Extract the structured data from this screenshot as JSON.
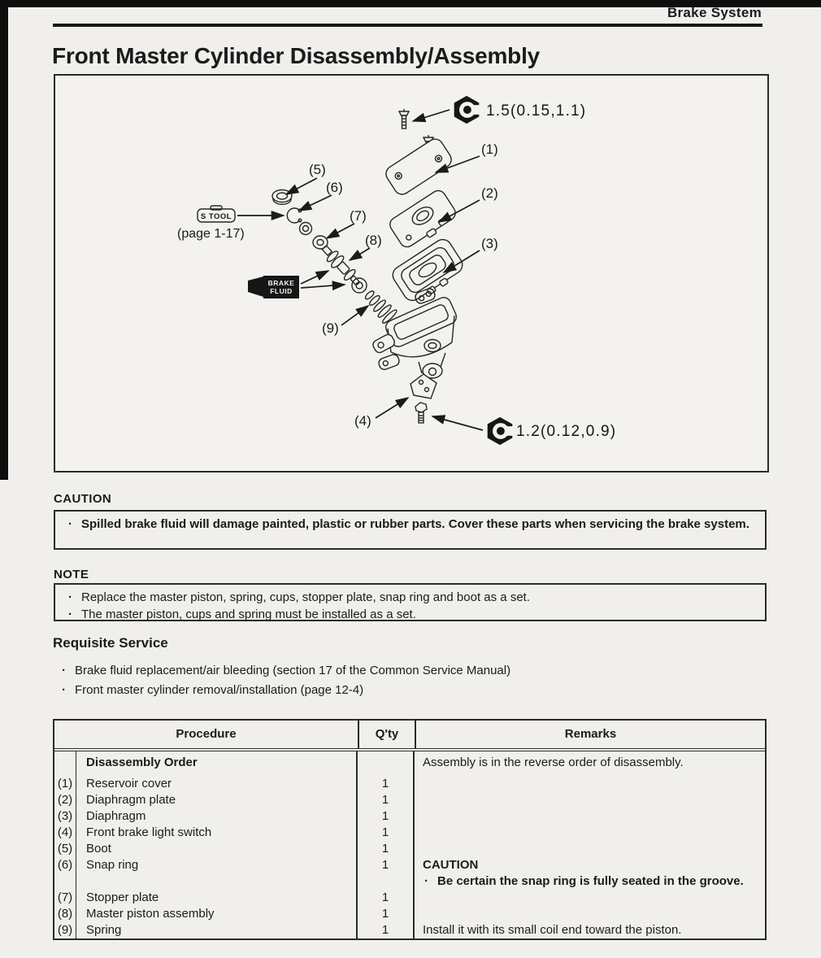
{
  "page": {
    "header_label": "Brake System",
    "title": "Front Master Cylinder Disassembly/Assembly"
  },
  "diagram": {
    "torque_top": "1.5(0.15,1.1)",
    "torque_bottom": "1.2(0.12,0.9)",
    "s_tool_label": "S TOOL",
    "s_tool_page": "(page 1-17)",
    "brake_fluid": {
      "line1": "BRAKE",
      "line2": "FLUID"
    },
    "part_labels": {
      "p1": "(1)",
      "p2": "(2)",
      "p3": "(3)",
      "p4": "(4)",
      "p5": "(5)",
      "p6": "(6)",
      "p7": "(7)",
      "p8": "(8)",
      "p9": "(9)"
    }
  },
  "caution": {
    "heading": "CAUTION",
    "text": "Spilled brake fluid will damage painted, plastic or rubber parts. Cover these parts when servicing the brake system."
  },
  "note": {
    "heading": "NOTE",
    "items": [
      "Replace the master piston, spring, cups, stopper plate, snap ring and boot as a set.",
      "The master piston, cups and spring must be installed as a set."
    ]
  },
  "requisite_service": {
    "heading": "Requisite Service",
    "items": [
      "Brake fluid replacement/air bleeding (section 17 of the Common Service Manual)",
      "Front master cylinder removal/installation (page 12-4)"
    ]
  },
  "table": {
    "headers": {
      "procedure": "Procedure",
      "qty": "Q'ty",
      "remarks": "Remarks"
    },
    "rows": [
      {
        "num": "",
        "name": "Disassembly Order",
        "qty": "",
        "remark": "Assembly is in the reverse order of disassembly."
      },
      {
        "num": "(1)",
        "name": "Reservoir cover",
        "qty": "1",
        "remark": ""
      },
      {
        "num": "(2)",
        "name": "Diaphragm plate",
        "qty": "1",
        "remark": ""
      },
      {
        "num": "(3)",
        "name": "Diaphragm",
        "qty": "1",
        "remark": ""
      },
      {
        "num": "(4)",
        "name": "Front brake light switch",
        "qty": "1",
        "remark": ""
      },
      {
        "num": "(5)",
        "name": "Boot",
        "qty": "1",
        "remark": ""
      },
      {
        "num": "(6)",
        "name": "Snap ring",
        "qty": "1",
        "remark": "CAUTION"
      },
      {
        "num": "",
        "name": "",
        "qty": "",
        "remark": "Be certain the snap ring is fully seated in the groove."
      },
      {
        "num": "(7)",
        "name": "Stopper plate",
        "qty": "1",
        "remark": ""
      },
      {
        "num": "(8)",
        "name": "Master piston assembly",
        "qty": "1",
        "remark": ""
      },
      {
        "num": "(9)",
        "name": "Spring",
        "qty": "1",
        "remark": "Install it with its small coil end toward the piston."
      }
    ]
  }
}
